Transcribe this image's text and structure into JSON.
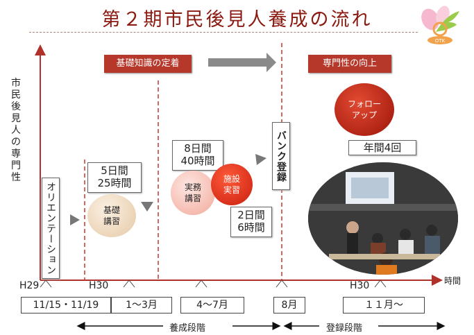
{
  "title": "第２期市民後見人養成の流れ",
  "logo": {
    "text": "OTK",
    "colors": [
      "#f2a6c4",
      "#9acb4a",
      "#f2a24a"
    ]
  },
  "y_axis_label": [
    "市",
    "民",
    "後",
    "見",
    "人",
    "の",
    "専",
    "門",
    "性"
  ],
  "x_axis_label": "時間",
  "phases": {
    "foundation": "基礎知識の定着",
    "specialty": "専門性の向上"
  },
  "orientation": "オリエンテーション",
  "basic": {
    "duration": "5日間",
    "hours": "25時間",
    "label_line1": "基礎",
    "label_line2": "講習"
  },
  "practical": {
    "duration": "8日間",
    "hours": "40時間",
    "label_line1": "実務",
    "label_line2": "講習"
  },
  "facility": {
    "label_line1": "施設",
    "label_line2": "実習",
    "duration": "2日間",
    "hours": "6時間"
  },
  "bank": "バンク登録",
  "followup": {
    "label_line1": "フォロー",
    "label_line2": "アップ",
    "frequency": "年間4回"
  },
  "timeline": {
    "eras": [
      "H29",
      "H30",
      "H30"
    ],
    "dates": [
      "11/15・11/19",
      "1～3月",
      "4～7月",
      "8月",
      "１１月～"
    ]
  },
  "stages": {
    "training": "養成段階",
    "registration": "登録段階"
  },
  "colors": {
    "accent": "#b6382a",
    "axis": "#b0302a",
    "dash": "#c0392b"
  }
}
